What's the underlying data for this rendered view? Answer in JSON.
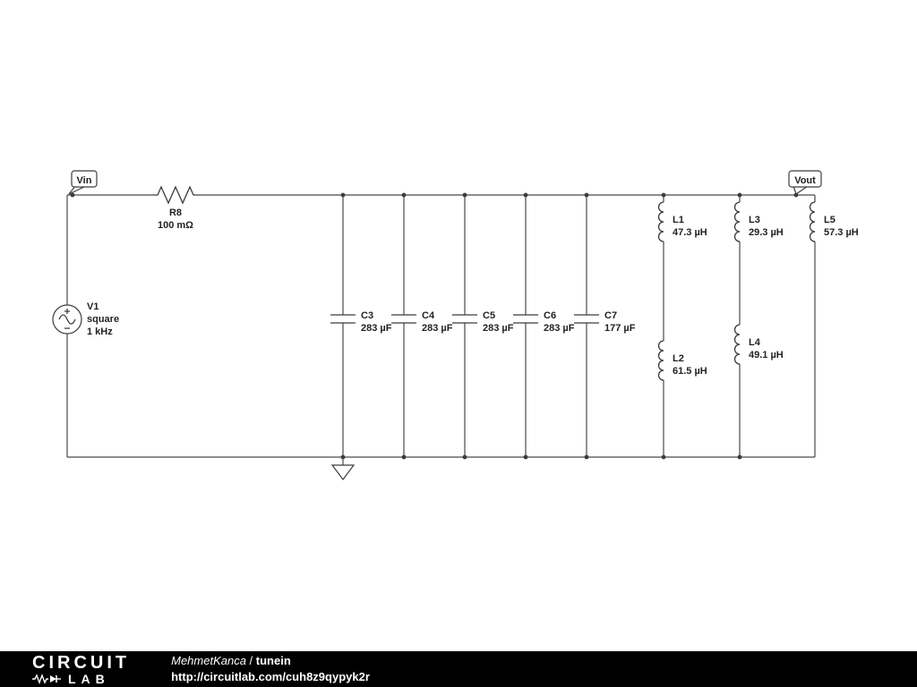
{
  "schematic": {
    "flags": {
      "vin": "Vin",
      "vout": "Vout"
    },
    "source": {
      "name": "V1",
      "waveform": "square",
      "frequency": "1 kHz"
    },
    "resistor": {
      "name": "R8",
      "value": "100 mΩ"
    },
    "capacitors": {
      "c3": {
        "name": "C3",
        "value": "283 µF"
      },
      "c4": {
        "name": "C4",
        "value": "283 µF"
      },
      "c5": {
        "name": "C5",
        "value": "283 µF"
      },
      "c6": {
        "name": "C6",
        "value": "283 µF"
      },
      "c7": {
        "name": "C7",
        "value": "177 µF"
      }
    },
    "inductors": {
      "l1": {
        "name": "L1",
        "value": "47.3 µH"
      },
      "l2": {
        "name": "L2",
        "value": "61.5 µH"
      },
      "l3": {
        "name": "L3",
        "value": "29.3 µH"
      },
      "l4": {
        "name": "L4",
        "value": "49.1 µH"
      },
      "l5": {
        "name": "L5",
        "value": "57.3 µH"
      }
    }
  },
  "footer": {
    "logo_line1": "CIRCUIT",
    "logo_line2": "LAB",
    "author": "MehmetKanca",
    "separator": " / ",
    "title": "tunein",
    "url": "http://circuitlab.com/cuh8z9qypyk2r",
    "bar_color": "#000000"
  }
}
